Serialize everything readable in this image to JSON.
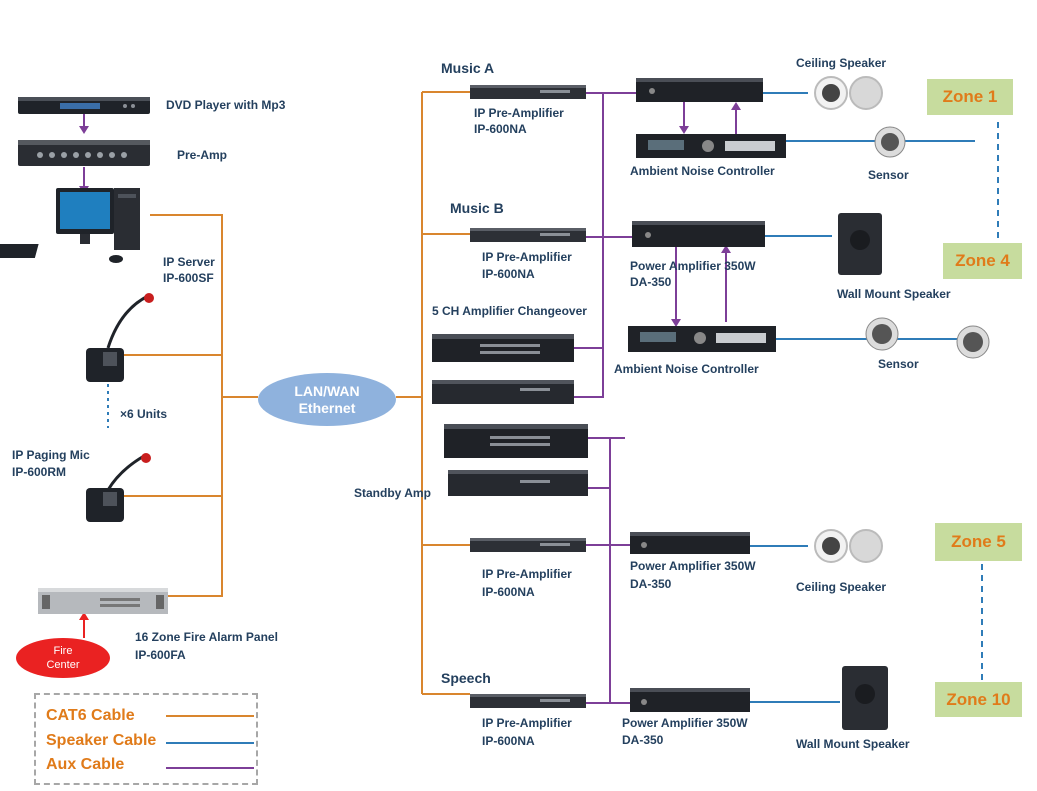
{
  "colors": {
    "cat6": "#d9862e",
    "speaker": "#2f7cb8",
    "aux": "#7d3f98",
    "zone_bg": "#c7dc9e",
    "zone_text": "#e07b1a",
    "ethernet_bg": "#8fb2dd",
    "fire_bg": "#ea2222",
    "label_text": "#24405e"
  },
  "left": {
    "dvd": "DVD Player with Mp3",
    "preamp": "Pre-Amp",
    "server_1": "IP Server",
    "server_2": "IP-600SF",
    "units": "×6  Units",
    "mic_1": "IP Paging Mic",
    "mic_2": "IP-600RM",
    "fire_panel_1": "16 Zone Fire Alarm Panel",
    "fire_panel_2": "IP-600FA",
    "fire_center_1": "Fire",
    "fire_center_2": "Center"
  },
  "ethernet": {
    "line1": "LAN/WAN",
    "line2": "Ethernet"
  },
  "middle": {
    "music_a": "Music A",
    "music_b": "Music B",
    "speech": "Speech",
    "preamp_name": "IP Pre-Amplifier",
    "preamp_model": "IP-600NA",
    "changeover": "5 CH Amplifier Changeover",
    "standby": "Standby Amp"
  },
  "right": {
    "ceiling_speaker": "Ceiling Speaker",
    "ambient_noise_controller": "Ambient Noise Controller",
    "sensor": "Sensor",
    "power_amp_name": "Power Amplifier 350W",
    "power_amp_model": "DA-350",
    "wall_mount_speaker": "Wall Mount Speaker"
  },
  "zones": [
    "Zone 1",
    "Zone 4",
    "Zone 5",
    "Zone 10"
  ],
  "legend": {
    "cat6": "CAT6 Cable",
    "speaker": "Speaker Cable",
    "aux": "Aux Cable"
  }
}
